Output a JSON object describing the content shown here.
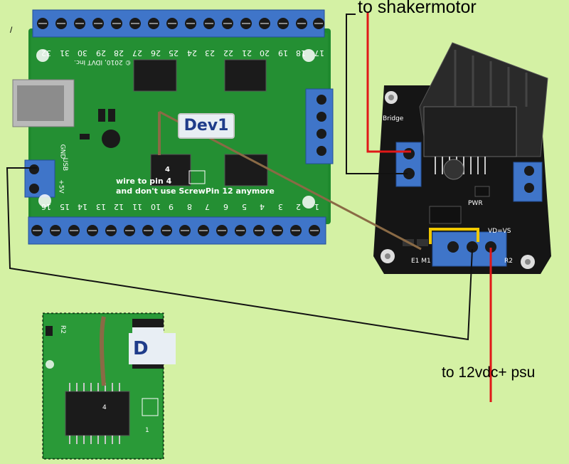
{
  "labels": {
    "shaker": "to shakermotor",
    "psu": "to 12vdc+ psu",
    "small_mark": "/"
  },
  "board": {
    "note_line1": "wire to pin 4",
    "note_line2": "and don't use ScrewPin 12 anymore",
    "pin_label": "4",
    "logo": "Dev1",
    "copyright": "© 2010, IDVT Inc.",
    "top_pins": [
      "32",
      "31",
      "30",
      "29",
      "28",
      "27",
      "26",
      "25",
      "24",
      "23",
      "22",
      "21",
      "20",
      "19",
      "18",
      "17"
    ],
    "bottom_pins": [
      "16",
      "15",
      "14",
      "13",
      "12",
      "11",
      "10",
      "9",
      "8",
      "7",
      "6",
      "5",
      "4",
      "3",
      "2",
      "1"
    ],
    "usb_label": "USB",
    "gnd_label": "GND",
    "v5_label": "+5V",
    "bridge_label": "Bridge",
    "pwr_label": "PWR",
    "e1m1_label": "E1 M1",
    "vd_label": "VD=VS",
    "r2_label": "R2"
  },
  "zoom": {
    "logo": "D",
    "pin_label": "4",
    "r2_label": "R2",
    "one_label": "1"
  },
  "colors": {
    "background": "#d4f1a4",
    "pcb_green": "#1f8a2e",
    "terminal_blue": "#3f75c9",
    "wire_red": "#e01818",
    "wire_black": "#111111",
    "wire_brown": "#8a6a45",
    "highlight_yellow": "#f0c800"
  }
}
